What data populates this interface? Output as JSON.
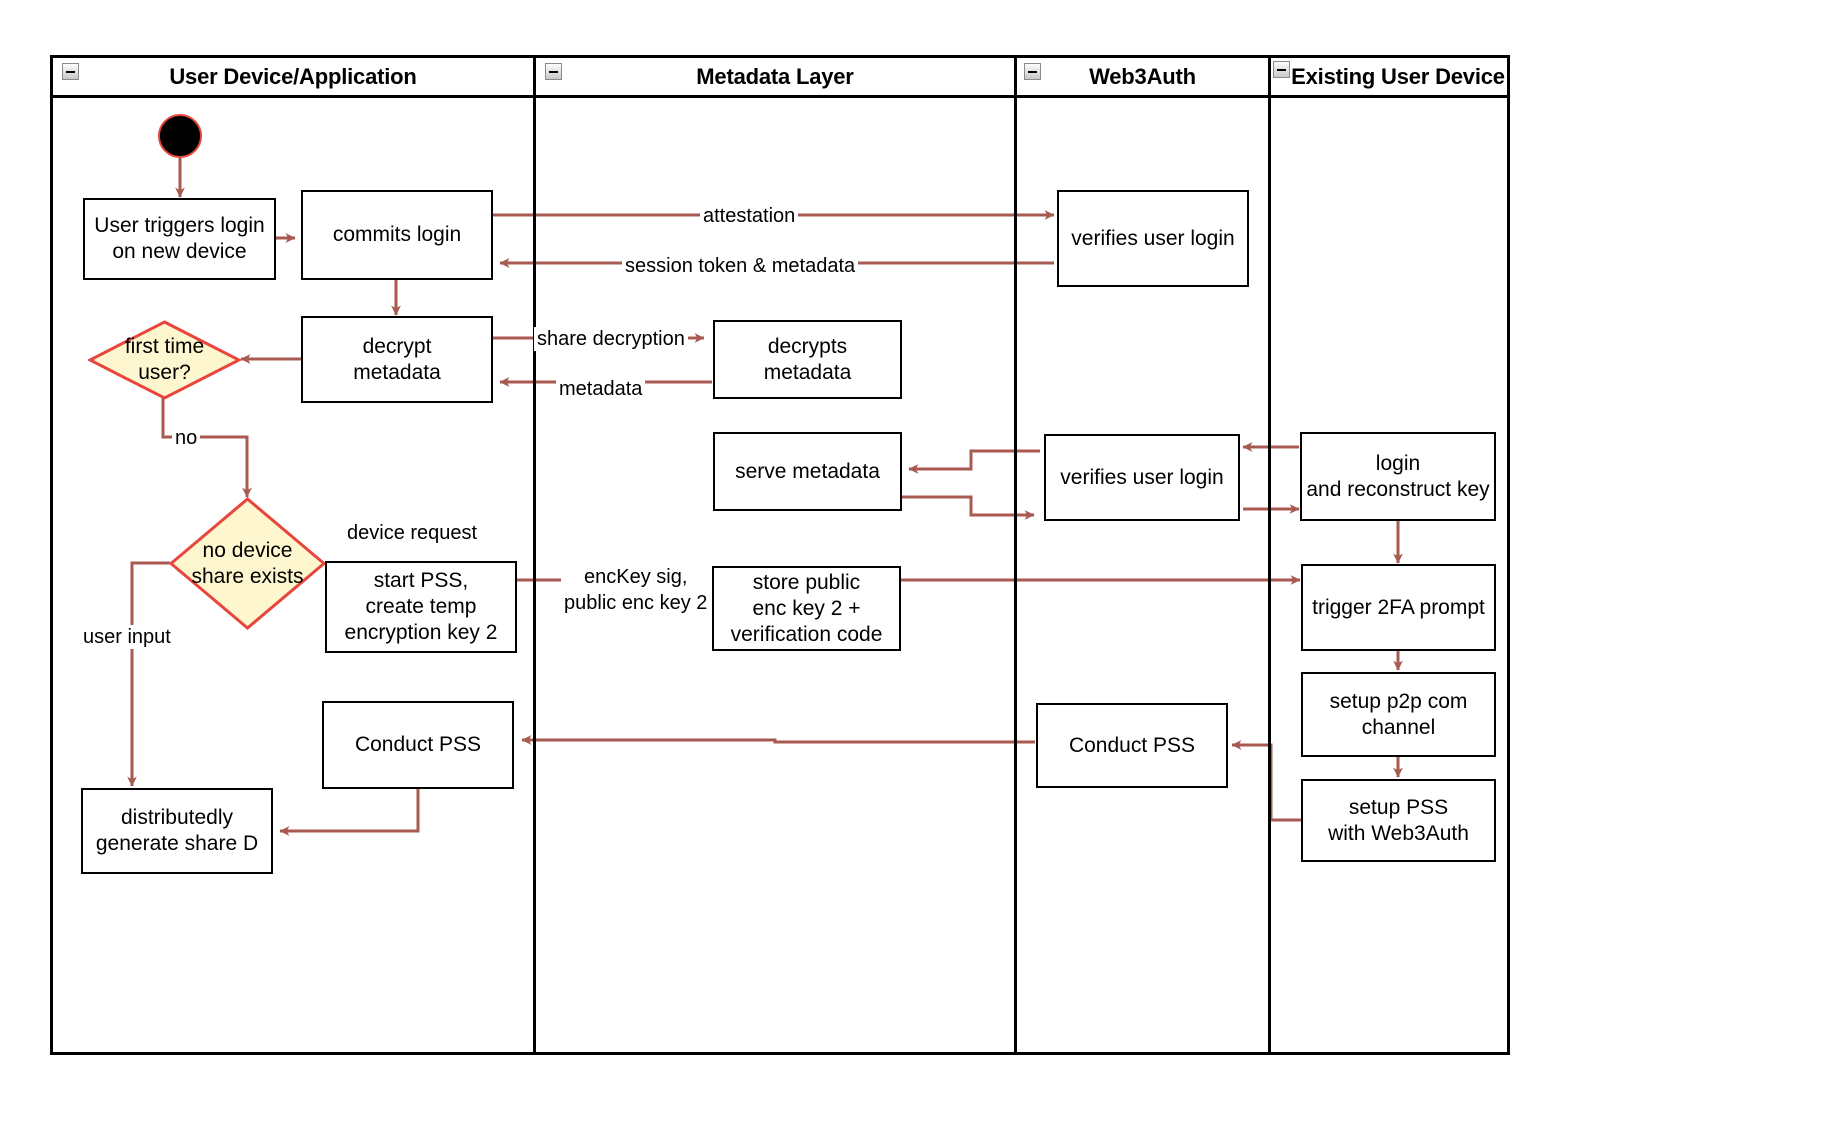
{
  "diagram": {
    "type": "swimlane-activity-diagram",
    "colors": {
      "lane_border": "#000000",
      "node_border": "#000000",
      "node_fill": "#ffffff",
      "decision_border": "#e8453c",
      "decision_fill": "#fdf6ce",
      "edge": "#a85a50",
      "start_fill": "#000000",
      "start_border": "#e8453c",
      "text": "#000000"
    },
    "lanes": [
      {
        "id": "lane-user-device",
        "title": "User Device/Application",
        "collapse_icon": "minus-icon"
      },
      {
        "id": "lane-metadata",
        "title": "Metadata Layer",
        "collapse_icon": "minus-icon"
      },
      {
        "id": "lane-web3auth",
        "title": "Web3Auth",
        "collapse_icon": "minus-icon"
      },
      {
        "id": "lane-existing-device",
        "title": "Existing User Device",
        "collapse_icon": "minus-icon"
      }
    ],
    "nodes": [
      {
        "id": "start",
        "lane": "lane-user-device",
        "shape": "start",
        "label": ""
      },
      {
        "id": "user-triggers-login",
        "lane": "lane-user-device",
        "shape": "box",
        "label": "User triggers login\non new device"
      },
      {
        "id": "commits-login",
        "lane": "lane-user-device",
        "shape": "box",
        "label": "commits login"
      },
      {
        "id": "decrypt-metadata",
        "lane": "lane-user-device",
        "shape": "box",
        "label": "decrypt\nmetadata"
      },
      {
        "id": "first-time-user",
        "lane": "lane-user-device",
        "shape": "decision",
        "label": "first time\nuser?"
      },
      {
        "id": "no-device-share-exists",
        "lane": "lane-user-device",
        "shape": "decision",
        "label": "no device\nshare exists"
      },
      {
        "id": "start-pss-create-temp-key",
        "lane": "lane-user-device",
        "shape": "box",
        "label": "start PSS,\ncreate temp\nencryption key 2"
      },
      {
        "id": "conduct-pss-user",
        "lane": "lane-user-device",
        "shape": "box",
        "label": "Conduct PSS"
      },
      {
        "id": "distributedly-generate-share-d",
        "lane": "lane-user-device",
        "shape": "box",
        "label": "distributedly\ngenerate share D"
      },
      {
        "id": "decrypts-metadata",
        "lane": "lane-metadata",
        "shape": "box",
        "label": "decrypts\nmetadata"
      },
      {
        "id": "serve-metadata",
        "lane": "lane-metadata",
        "shape": "box",
        "label": "serve metadata"
      },
      {
        "id": "store-public-enc-key",
        "lane": "lane-metadata",
        "shape": "box",
        "label": "store public\nenc key 2 +\nverification code"
      },
      {
        "id": "verifies-user-login-1",
        "lane": "lane-web3auth",
        "shape": "box",
        "label": "verifies user login"
      },
      {
        "id": "verifies-user-login-2",
        "lane": "lane-web3auth",
        "shape": "box",
        "label": "verifies user login"
      },
      {
        "id": "conduct-pss-web3auth",
        "lane": "lane-web3auth",
        "shape": "box",
        "label": "Conduct PSS"
      },
      {
        "id": "login-and-reconstruct-key",
        "lane": "lane-existing-device",
        "shape": "box",
        "label": "login\nand reconstruct key"
      },
      {
        "id": "trigger-2fa-prompt",
        "lane": "lane-existing-device",
        "shape": "box",
        "label": "trigger 2FA prompt"
      },
      {
        "id": "setup-p2p-com-channel",
        "lane": "lane-existing-device",
        "shape": "box",
        "label": "setup p2p com\nchannel"
      },
      {
        "id": "setup-pss-with-web3auth",
        "lane": "lane-existing-device",
        "shape": "box",
        "label": "setup PSS\nwith Web3Auth"
      }
    ],
    "edge_labels": [
      {
        "id": "edge-attestation",
        "label": "attestation"
      },
      {
        "id": "edge-session-token",
        "label": "session token & metadata"
      },
      {
        "id": "edge-share-decryption",
        "label": "share decryption"
      },
      {
        "id": "edge-metadata",
        "label": "metadata"
      },
      {
        "id": "edge-no",
        "label": "no"
      },
      {
        "id": "edge-device-request",
        "label": "device request"
      },
      {
        "id": "edge-user-input",
        "label": "user input"
      },
      {
        "id": "edge-enckey-sig",
        "label": "encKey sig,\npublic enc key 2"
      }
    ]
  }
}
